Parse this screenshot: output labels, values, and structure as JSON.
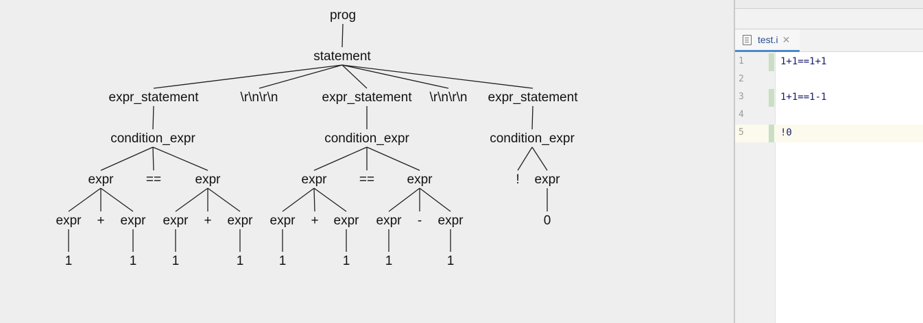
{
  "tree": {
    "nodes": {
      "prog": "prog",
      "statement": "statement",
      "es1": "expr_statement",
      "nl1": "\\r\\n\\r\\n",
      "es2": "expr_statement",
      "nl2": "\\r\\n\\r\\n",
      "es3": "expr_statement",
      "ce1": "condition_expr",
      "ce2": "condition_expr",
      "ce3": "condition_expr",
      "e1a": "expr",
      "eq1": "==",
      "e1b": "expr",
      "e2a": "expr",
      "eq2": "==",
      "e2b": "expr",
      "bang": "!",
      "e3": "expr",
      "e1a1": "expr",
      "p1a": "+",
      "e1a2": "expr",
      "e1b1": "expr",
      "p1b": "+",
      "e1b2": "expr",
      "e2a1": "expr",
      "p2a": "+",
      "e2a2": "expr",
      "e2b1": "expr",
      "m2b": "-",
      "e2b2": "expr",
      "z3": "0",
      "n1": "1",
      "n2": "1",
      "n3": "1",
      "n4": "1",
      "n5": "1",
      "n6": "1",
      "n7": "1",
      "n8": "1"
    }
  },
  "editor": {
    "tab_label": "test.i",
    "tab_close": "✕",
    "lines": [
      {
        "num": "1",
        "code": "1+1==1+1"
      },
      {
        "num": "2",
        "code": ""
      },
      {
        "num": "3",
        "code": "1+1==1-1"
      },
      {
        "num": "4",
        "code": ""
      },
      {
        "num": "5",
        "code": "!0"
      }
    ]
  }
}
